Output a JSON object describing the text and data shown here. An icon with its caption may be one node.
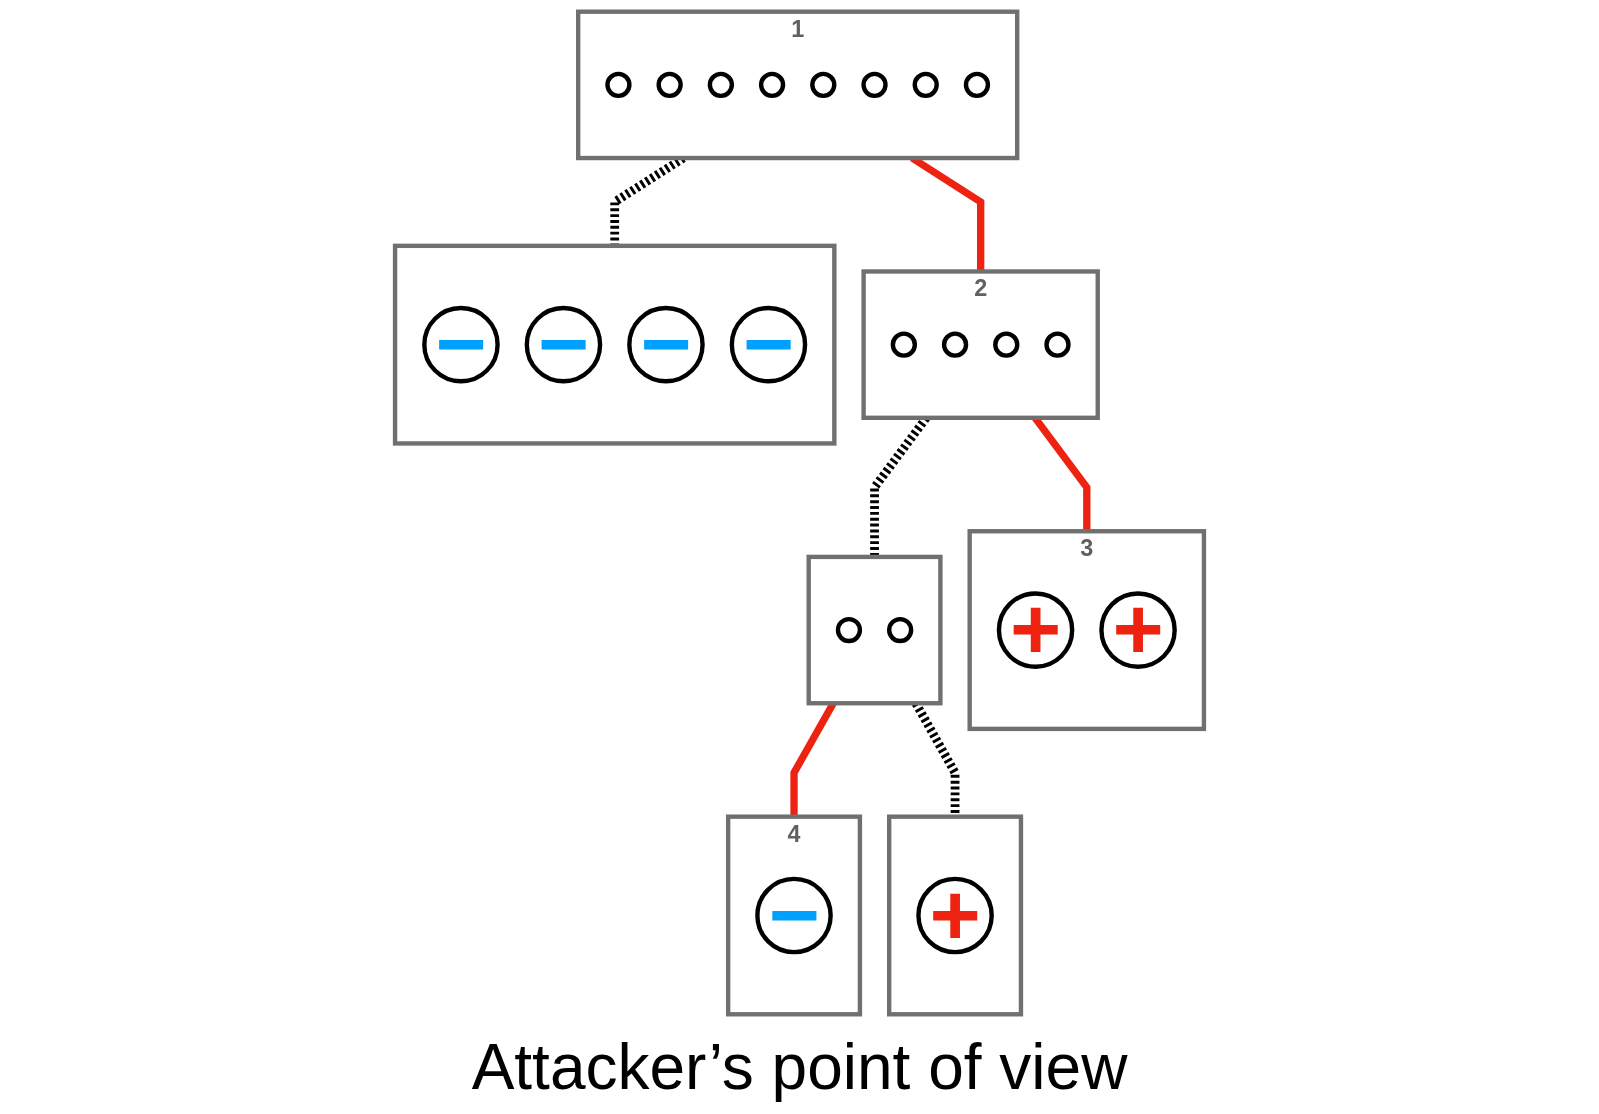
{
  "diagram": {
    "caption": "Attacker’s point of view",
    "nodes": [
      {
        "text": [
          "1"
        ]
      },
      {
        "text": [],
        "shape": "circle",
        "in": 0
      },
      {
        "text": [],
        "shape": "circle",
        "in": 0
      },
      {
        "text": [],
        "shape": "circle",
        "in": 0
      },
      {
        "text": [],
        "shape": "circle",
        "in": 0
      },
      {
        "text": [],
        "shape": "circle",
        "in": 0
      },
      {
        "text": [],
        "shape": "circle",
        "in": 0
      },
      {
        "text": [],
        "shape": "circle",
        "in": 0
      },
      {
        "text": [],
        "shape": "circle",
        "in": 0
      },
      {
        "text": [
          "2"
        ]
      },
      {
        "text": [],
        "shape": "circle",
        "in": 9
      },
      {
        "text": [],
        "shape": "circle",
        "in": 9
      },
      {
        "text": [],
        "shape": "circle",
        "in": 9
      },
      {
        "text": [],
        "shape": "circle",
        "in": 9
      },
      {
        "text": [],
        "shape": "box"
      },
      {
        "text": [
          "−"
        ],
        "in": 14
      },
      {
        "text": [
          "−"
        ],
        "in": 14
      },
      {
        "text": [
          "−"
        ],
        "in": 14
      },
      {
        "text": [
          "−"
        ],
        "in": 14
      },
      {
        "text": [
          "3"
        ]
      },
      {
        "text": [
          "+"
        ],
        "in": 19
      },
      {
        "text": [
          "+"
        ],
        "in": 19
      },
      {
        "text": [],
        "shape": "box"
      },
      {
        "text": [],
        "shape": "circle",
        "in": 22
      },
      {
        "text": [],
        "shape": "circle",
        "in": 22
      },
      {
        "text": [
          "4"
        ]
      },
      {
        "text": [
          "−"
        ],
        "in": 25
      },
      {
        "text": [],
        "shape": "box"
      },
      {
        "text": [
          "+"
        ],
        "in": 27
      }
    ],
    "edges": [
      {
        "from": 0,
        "to": 9,
        "arrow": "none",
        "color": "#ee2211"
      },
      {
        "from": 0,
        "to": 14,
        "arrow": "none",
        "style": "dashed",
        "color": "#000000"
      },
      {
        "from": 9,
        "to": 19,
        "arrow": "none",
        "color": "#ee2211"
      },
      {
        "from": 9,
        "to": 22,
        "arrow": "none",
        "style": "dashed",
        "color": "#000000"
      },
      {
        "from": 22,
        "to": 25,
        "arrow": "none",
        "color": "#ee2211"
      },
      {
        "from": 22,
        "to": 27,
        "arrow": "none",
        "style": "dashed",
        "color": "#000000"
      }
    ]
  }
}
